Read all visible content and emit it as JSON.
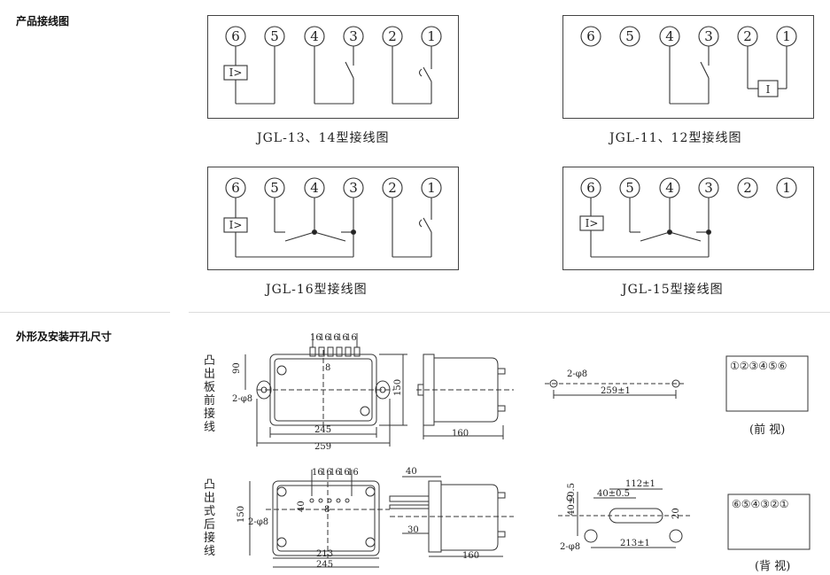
{
  "sections": {
    "wiring_title": "产品接线图",
    "dimensions_title": "外形及安装开孔尺寸"
  },
  "wiring": {
    "terminals": [
      "6",
      "5",
      "4",
      "3",
      "2",
      "1"
    ],
    "relay_i_gt": "I>",
    "relay_i": "I",
    "captions": {
      "jgl13": "JGL-13、14型接线图",
      "jgl11": "JGL-11、12型接线图",
      "jgl16": "JGL-16型接线图",
      "jgl15": "JGL-15型接线图"
    }
  },
  "dimensions": {
    "front_label": "凸出板前接线",
    "rear_label": "凸出式后接线",
    "front_view_numbers": "①②③④⑤⑥",
    "back_view_numbers": "⑥⑤④③②①",
    "front_view_caption": "(前  视)",
    "back_view_caption": "(背  视)",
    "top_dims": [
      "16",
      "16",
      "16",
      "16",
      "16"
    ],
    "d90": "90",
    "d8": "8",
    "d150": "150",
    "d245": "245",
    "d259": "259",
    "d160": "160",
    "d2phi8": "2-φ8",
    "d259pm1": "259±1",
    "d40": "40",
    "d30": "30",
    "d213": "213",
    "d112pm1": "112±1",
    "d40pm05": "40±0.5",
    "d213pm1": "213±1",
    "d20": "20"
  }
}
